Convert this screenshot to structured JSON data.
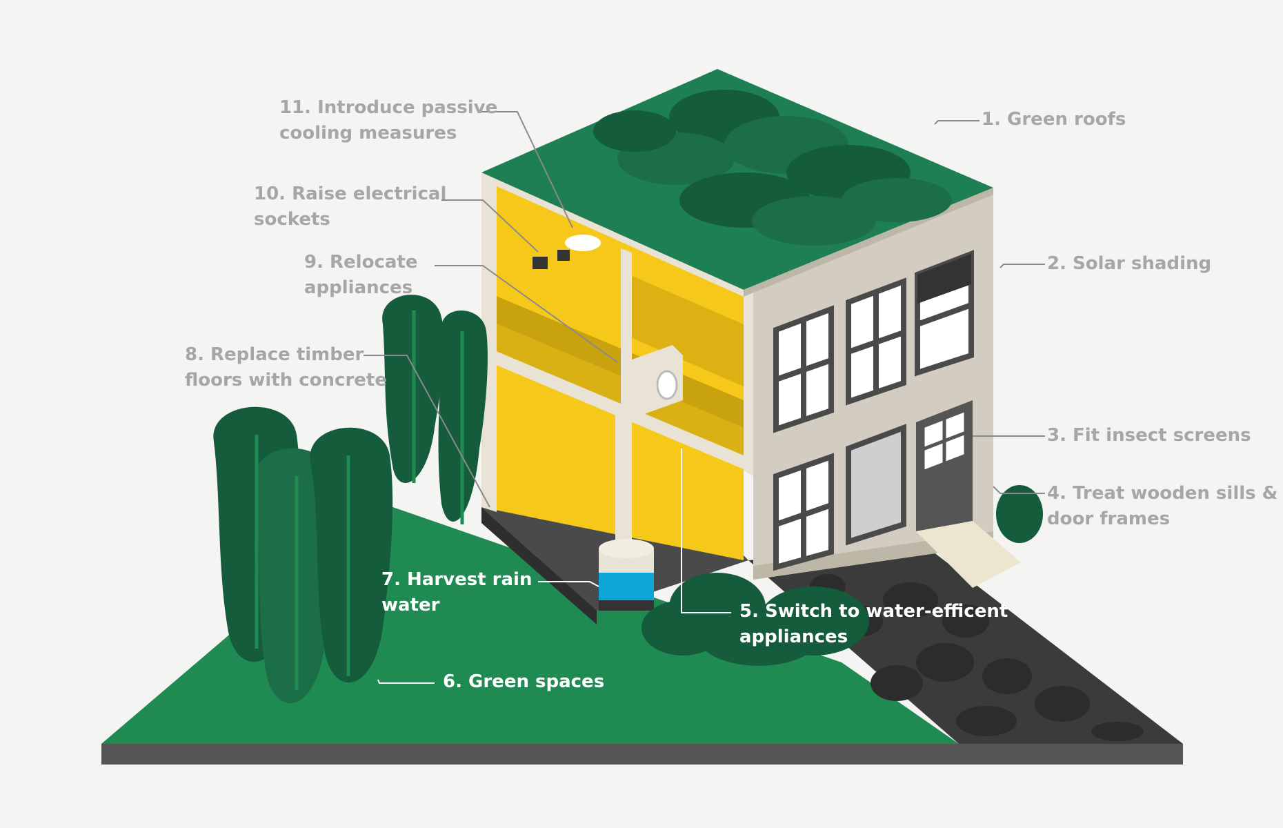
{
  "diagram": {
    "colors": {
      "background": "#f4f4f3",
      "roof_green": "#1d7f53",
      "dark_green": "#145c3c",
      "lawn_green": "#1f8a52",
      "wall_beige": "#d2cdc0",
      "interior_yellow": "#f5c81a",
      "ground_dark": "#3b3b3b",
      "water_blue": "#0ea5d8",
      "label_grey": "#a6a6a6",
      "label_white": "#ffffff"
    },
    "labels": {
      "green_roofs": "1. Green roofs",
      "solar_shading": "2. Solar shading",
      "insect_screens": "3. Fit insect screens",
      "wooden_sills_line1": "4. Treat wooden sills &",
      "wooden_sills_line2": "door frames",
      "water_efficient_line1": "5. Switch to water-efficent",
      "water_efficient_line2": "appliances",
      "green_spaces": "6. Green spaces",
      "rain_water_line1": "7. Harvest rain",
      "rain_water_line2": "water",
      "timber_floors_line1": "8. Replace timber",
      "timber_floors_line2": "floors with concrete",
      "relocate_line1": "9. Relocate",
      "relocate_line2": "appliances",
      "sockets_line1": "10. Raise electrical",
      "sockets_line2": "sockets",
      "cooling_line1": "11. Introduce passive",
      "cooling_line2": "cooling measures"
    }
  }
}
